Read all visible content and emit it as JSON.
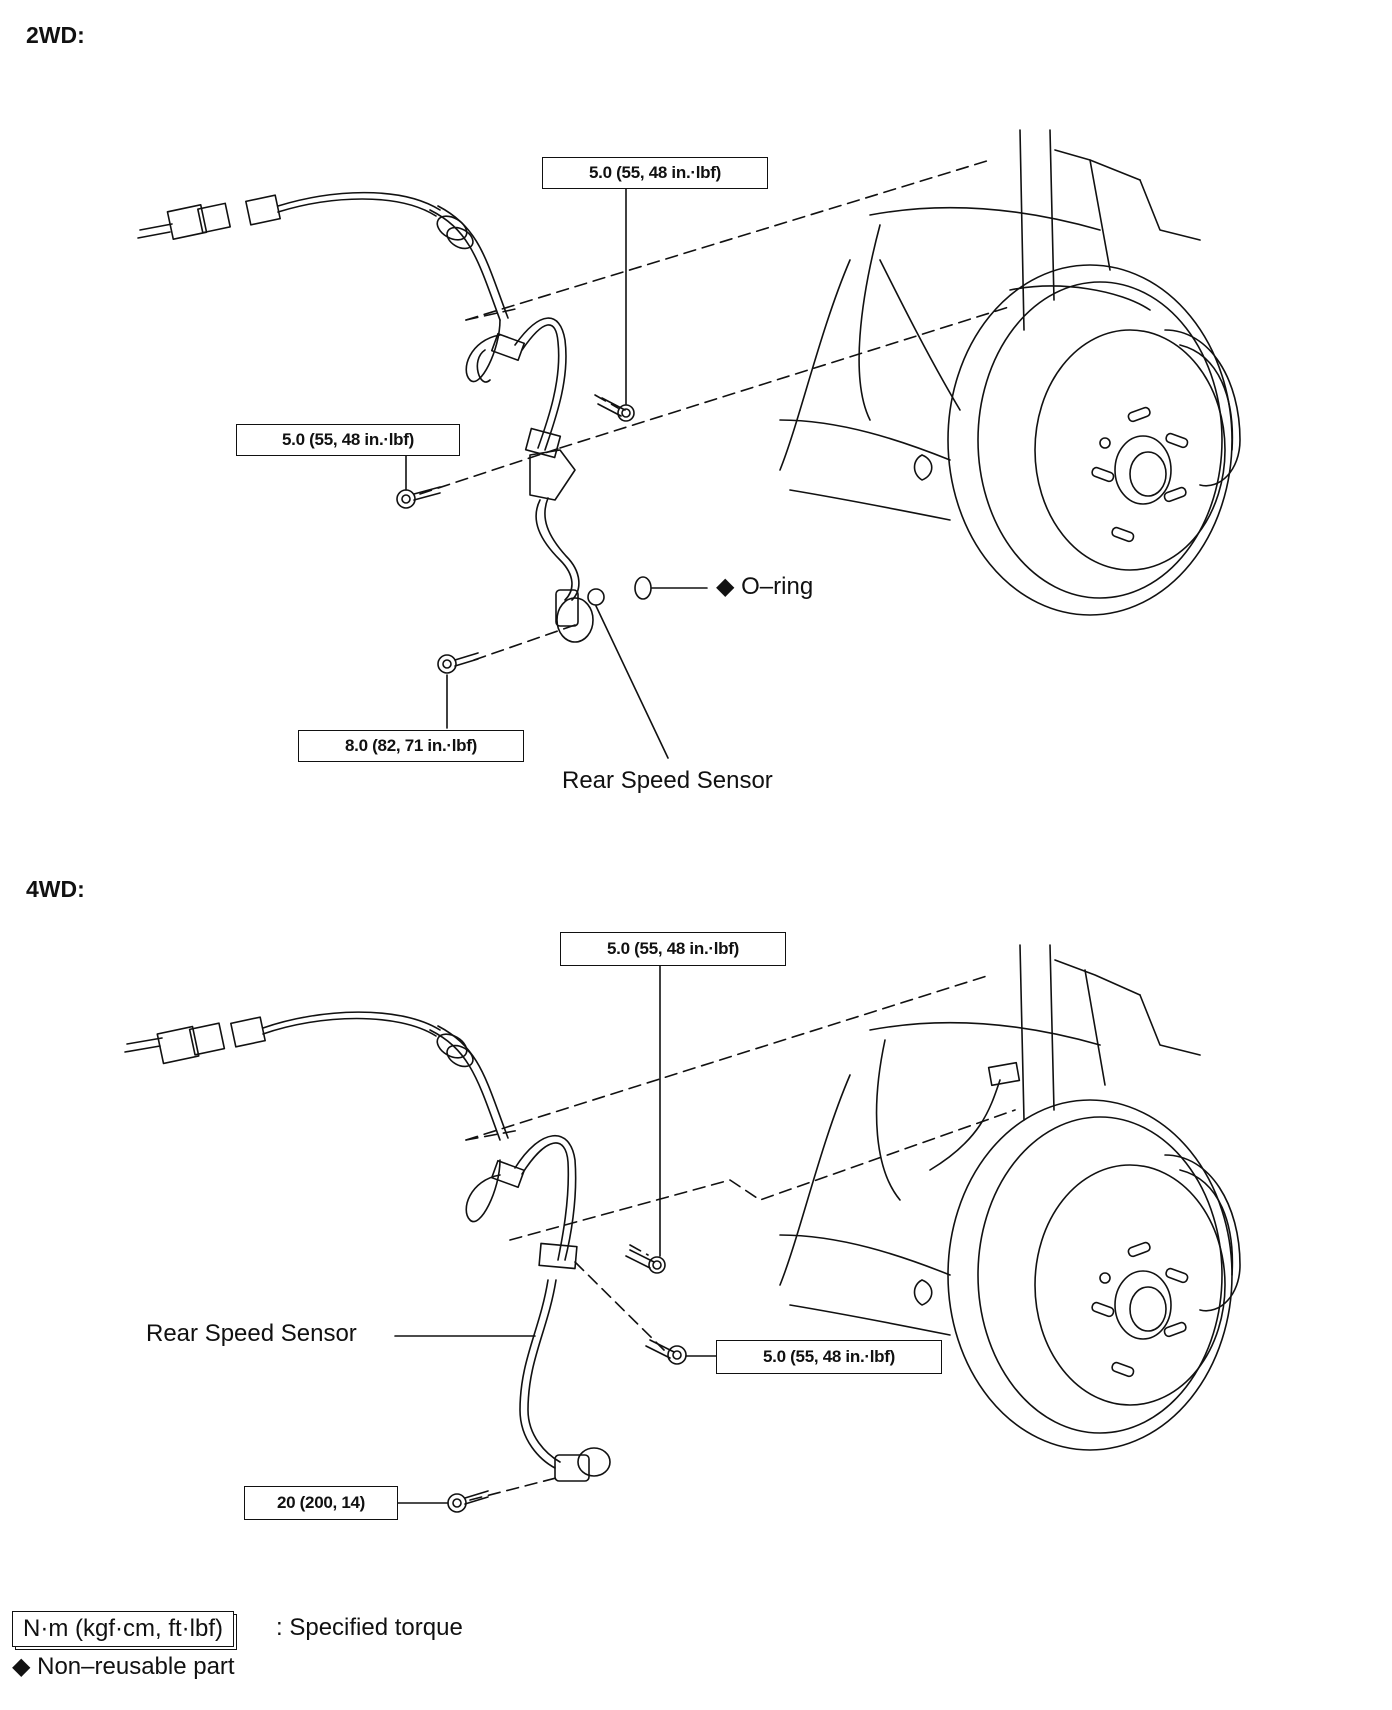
{
  "sections": [
    {
      "heading": "2WD:",
      "torque_labels": [
        "5.0 (55, 48 in.·lbf)",
        "5.0 (55, 48 in.·lbf)",
        "8.0 (82, 71 in.·lbf)"
      ],
      "sensor_label": "Rear Speed Sensor",
      "oring_label": "◆ O–ring"
    },
    {
      "heading": "4WD:",
      "torque_labels": [
        "5.0 (55, 48 in.·lbf)",
        "5.0 (55, 48 in.·lbf)",
        "20 (200, 14)"
      ],
      "sensor_label": "Rear Speed Sensor"
    }
  ],
  "legend": {
    "torque_unit_box": "N·m (kgf·cm, ft·lbf)",
    "torque_text": ": Specified torque",
    "nonreusable_text": "◆ Non–reusable part"
  }
}
